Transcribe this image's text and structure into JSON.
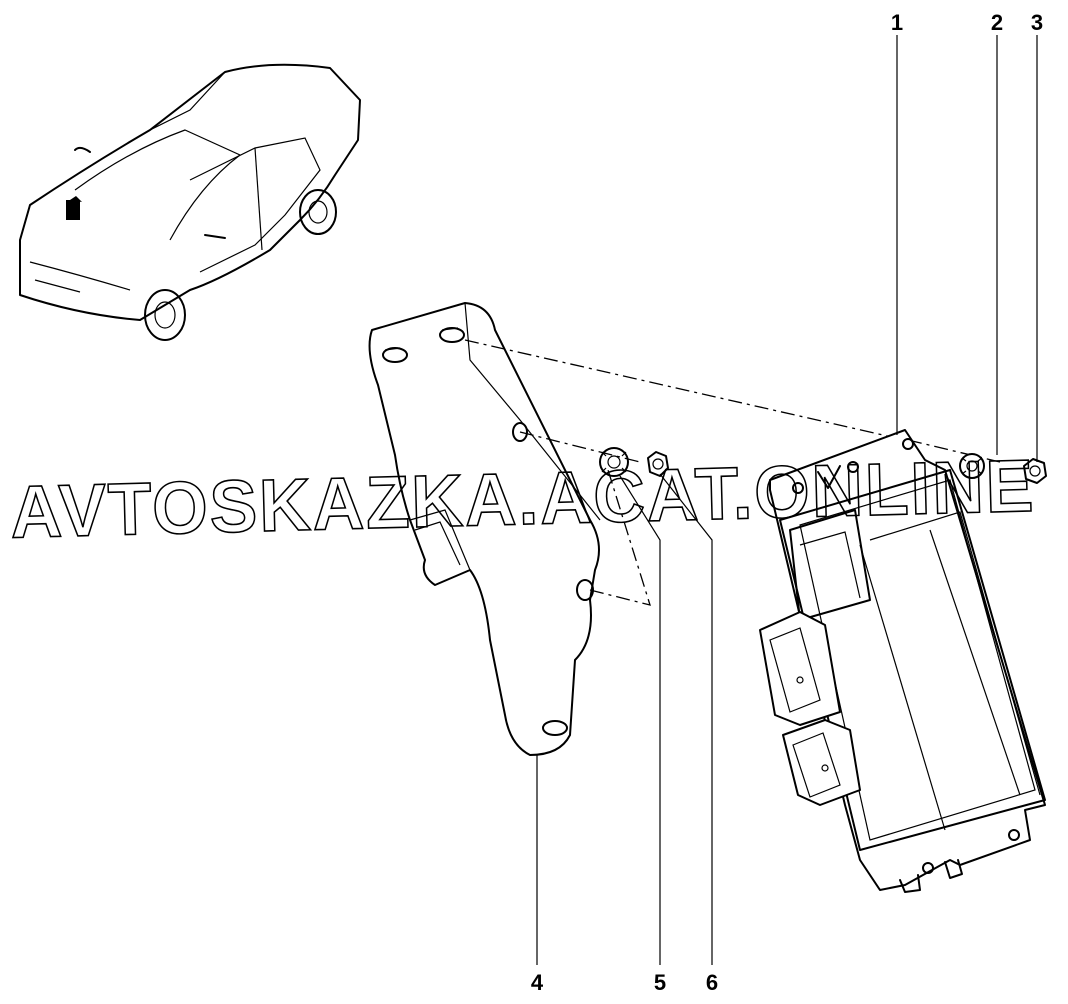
{
  "callouts": [
    {
      "label": "1",
      "part": "control unit"
    },
    {
      "label": "2",
      "part": "washer"
    },
    {
      "label": "3",
      "part": "nut"
    },
    {
      "label": "4",
      "part": "bracket"
    },
    {
      "label": "5",
      "part": "washer"
    },
    {
      "label": "6",
      "part": "nut"
    }
  ],
  "watermark": "AVTOSKAZKA.ACAT.ONLINE",
  "icons": [
    "car-location-icon"
  ]
}
